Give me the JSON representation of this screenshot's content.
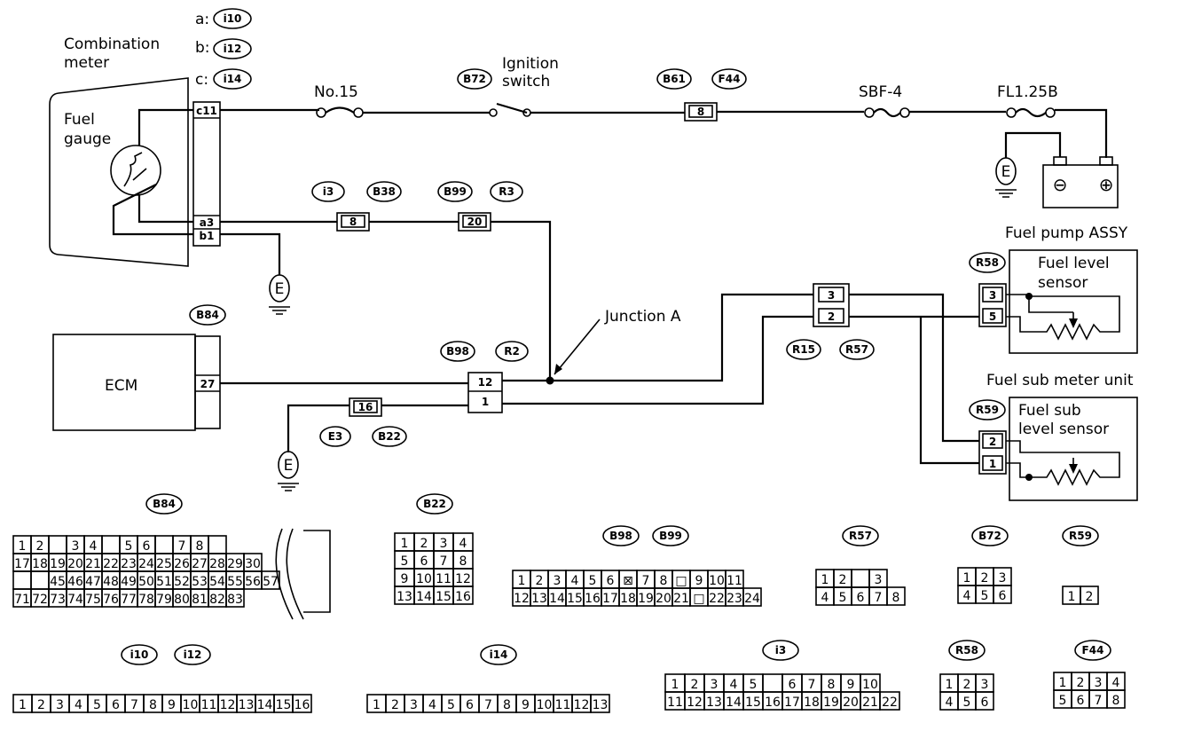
{
  "labels": {
    "combination_meter_l1": "Combination",
    "combination_meter_l2": "meter",
    "fuel_gauge_l1": "Fuel",
    "fuel_gauge_l2": "gauge",
    "fuse_no15": "No.15",
    "ignition_l1": "Ignition",
    "ignition_l2": "switch",
    "sbf": "SBF-4",
    "fl": "FL1.25B",
    "ecm": "ECM",
    "junction": "Junction A",
    "fuel_pump_assy": "Fuel pump ASSY",
    "fuel_level_l1": "Fuel level",
    "fuel_level_l2": "sensor",
    "fuel_sub_meter_unit": "Fuel sub meter unit",
    "fuel_sub_l1": "Fuel sub",
    "fuel_sub_l2": "level sensor",
    "ground": "E",
    "minus": "⊖",
    "plus": "⊕"
  },
  "meter_key": [
    {
      "letter": "a:",
      "tag": "i10"
    },
    {
      "letter": "b:",
      "tag": "i12"
    },
    {
      "letter": "c:",
      "tag": "i14"
    }
  ],
  "tags": {
    "B72": "B72",
    "B61": "B61",
    "F44": "F44",
    "i3": "i3",
    "B38": "B38",
    "B99": "B99",
    "R3": "R3",
    "B84": "B84",
    "B98": "B98",
    "R2": "R2",
    "E3": "E3",
    "B22": "B22",
    "R15": "R15",
    "R57": "R57",
    "R58": "R58",
    "R59": "R59",
    "i10": "i10",
    "i12": "i12",
    "i14": "i14"
  },
  "pins": {
    "c11": "c11",
    "a3": "a3",
    "b1": "b1",
    "b61_8": "8",
    "i3_8": "8",
    "b99_20": "20",
    "ecm27": "27",
    "b98_12": "12",
    "b98_1": "1",
    "e3_16": "16",
    "r15_3": "3",
    "r15_2": "2",
    "r58_3": "3",
    "r58_5": "5",
    "r59_2": "2",
    "r59_1": "1"
  },
  "connectors": {
    "B84": {
      "tag": "B84",
      "rows": [
        [
          "1",
          "2",
          "",
          "3",
          "4",
          "",
          "5",
          "6",
          "",
          "7",
          "8",
          ""
        ],
        [
          "17",
          "18",
          "19",
          "20",
          "21",
          "22",
          "23",
          "24",
          "25",
          "26",
          "27",
          "28",
          "29",
          "30"
        ],
        [
          "",
          "",
          "45",
          "46",
          "47",
          "48",
          "49",
          "50",
          "51",
          "52",
          "53",
          "54",
          "55",
          "56",
          "57"
        ],
        [
          "71",
          "72",
          "73",
          "74",
          "75",
          "76",
          "77",
          "78",
          "79",
          "80",
          "81",
          "82",
          "83"
        ]
      ]
    },
    "B22": {
      "tag": "B22",
      "rows": [
        [
          "1",
          "2",
          "3",
          "4"
        ],
        [
          "5",
          "6",
          "7",
          "8"
        ],
        [
          "9",
          "10",
          "11",
          "12"
        ],
        [
          "13",
          "14",
          "15",
          "16"
        ]
      ]
    },
    "B98B99": {
      "tag1": "B98",
      "tag2": "B99",
      "rows": [
        [
          "1",
          "2",
          "3",
          "4",
          "5",
          "6",
          "⊠",
          "7",
          "8",
          "□",
          "9",
          "10",
          "11"
        ],
        [
          "12",
          "13",
          "14",
          "15",
          "16",
          "17",
          "18",
          "19",
          "20",
          "21",
          "□",
          "22",
          "23",
          "24"
        ]
      ]
    },
    "R57": {
      "tag": "R57",
      "rows": [
        [
          "1",
          "2",
          "",
          "3"
        ],
        [
          "4",
          "5",
          "6",
          "7",
          "8"
        ]
      ]
    },
    "B72": {
      "tag": "B72",
      "rows": [
        [
          "1",
          "2",
          "3"
        ],
        [
          "4",
          "5",
          "6"
        ]
      ]
    },
    "R59": {
      "tag": "R59",
      "rows": [
        [
          "1",
          "2"
        ]
      ]
    },
    "i10i12": {
      "tag1": "i10",
      "tag2": "i12",
      "rows": [
        [
          "1",
          "2",
          "3",
          "4",
          "5",
          "6",
          "7",
          "8",
          "9",
          "10",
          "11",
          "12",
          "13",
          "14",
          "15",
          "16"
        ]
      ]
    },
    "i14": {
      "tag": "i14",
      "rows": [
        [
          "1",
          "2",
          "3",
          "4",
          "5",
          "6",
          "7",
          "8",
          "9",
          "10",
          "11",
          "12",
          "13"
        ]
      ]
    },
    "i3": {
      "tag": "i3",
      "rows": [
        [
          "1",
          "2",
          "3",
          "4",
          "5",
          "",
          "6",
          "7",
          "8",
          "9",
          "10"
        ],
        [
          "11",
          "12",
          "13",
          "14",
          "15",
          "16",
          "17",
          "18",
          "19",
          "20",
          "21",
          "22"
        ]
      ]
    },
    "R58": {
      "tag": "R58",
      "rows": [
        [
          "1",
          "2",
          "3"
        ],
        [
          "4",
          "5",
          "6"
        ]
      ]
    },
    "F44": {
      "tag": "F44",
      "rows": [
        [
          "1",
          "2",
          "3",
          "4"
        ],
        [
          "5",
          "6",
          "7",
          "8"
        ]
      ]
    }
  }
}
